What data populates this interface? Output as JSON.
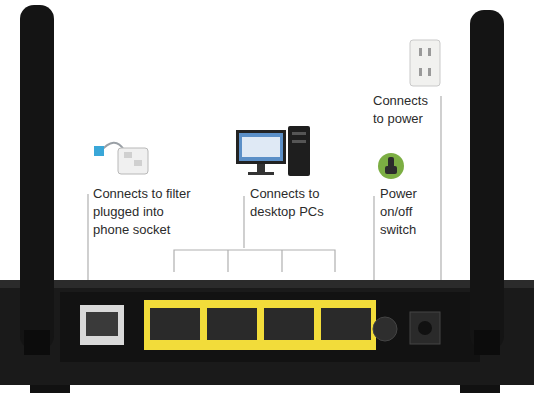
{
  "diagram": {
    "labels": [
      "Connects to filter plugged into phone socket",
      "Connects to desktop PCs",
      "Power on/off switch",
      "Connects to power"
    ]
  }
}
